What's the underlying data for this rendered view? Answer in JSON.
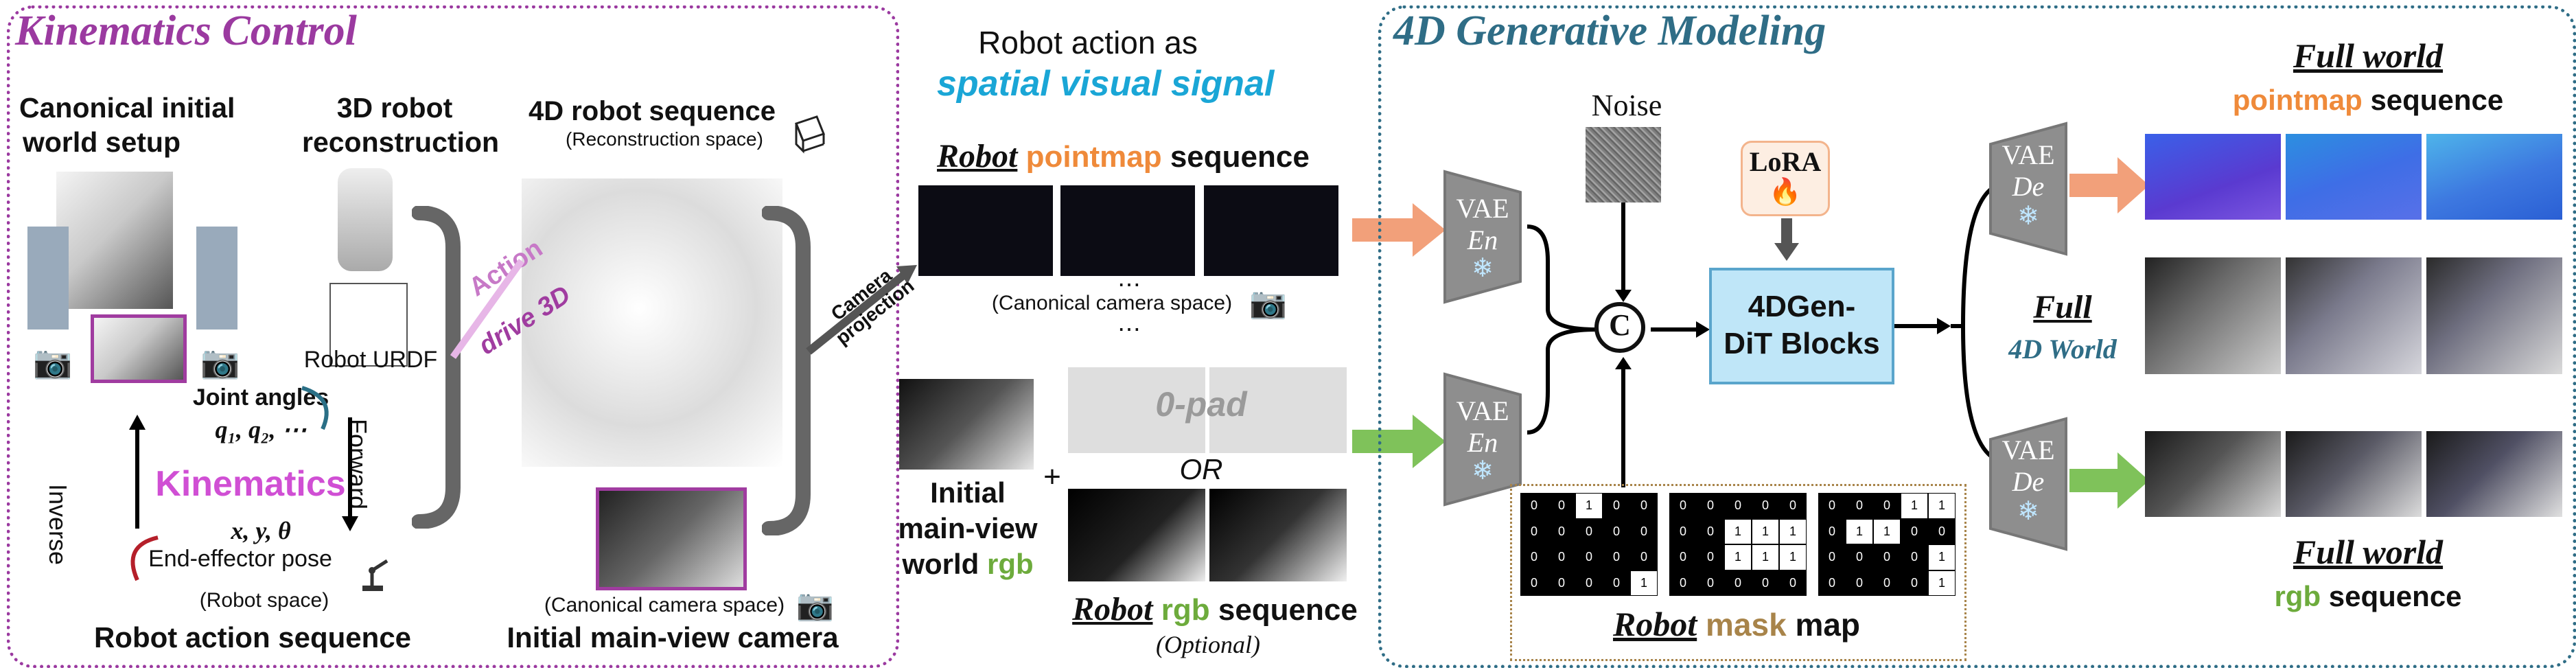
{
  "kinematics_panel": {
    "title": "Kinematics Control",
    "canonical_setup": [
      "Canonical initial",
      "world setup"
    ],
    "reconstruction": [
      "3D robot",
      "reconstruction"
    ],
    "robot_urdf": "Robot URDF",
    "sequence_4d": "4D robot sequence",
    "reconstruction_space": "(Reconstruction space)",
    "action_label": "Action",
    "drive_label": "drive 3D",
    "joint_angles": "Joint angles",
    "joint_vars": "q₁, q₂, ⋯",
    "kinematics": "Kinematics",
    "inverse": "Inverse",
    "forward": "Forward",
    "pose_vars": "x, y, θ",
    "end_effector": "End-effector pose",
    "robot_space": "(Robot space)",
    "action_sequence": "Robot action sequence",
    "canonical_camera_space": "(Canonical camera space)",
    "main_view_camera": "Initial main-view camera"
  },
  "middle": {
    "header_line1": "Robot action as",
    "header_line2": "spatial visual signal",
    "camera_projection": [
      "Camera",
      "projection"
    ],
    "pointmap_robot": "Robot",
    "pointmap_word": "pointmap",
    "pointmap_seq": "sequence",
    "canonical_camera_space": "(Canonical camera space)",
    "dots": "⋯",
    "zero_pad": "0-pad",
    "or": "OR",
    "plus": "+",
    "initial_rgb": [
      "Initial",
      "main-view",
      "world"
    ],
    "rgb_word": "rgb",
    "rgb_robot": "Robot",
    "rgb_seq": "sequence",
    "optional": "(Optional)"
  },
  "generative_panel": {
    "title": "4D Generative Modeling",
    "noise": "Noise",
    "lora": "LoRA",
    "vae": "VAE",
    "en": "En",
    "de": "De",
    "concat": "C",
    "dit": [
      "4DGen-",
      "DiT Blocks"
    ],
    "mask_robot": "Robot",
    "mask_word": "mask",
    "mask_map": "map",
    "full_world_1": "Full world",
    "pointmap_word": "pointmap",
    "sequence": "sequence",
    "full": "Full",
    "world4d": "4D World",
    "full_world_2": "Full world",
    "rgb_word": "rgb",
    "mask_grids": [
      [
        "0",
        "0",
        "1",
        "0",
        "0",
        "0",
        "0",
        "0",
        "0",
        "0",
        "0",
        "0",
        "0",
        "0",
        "0",
        "0",
        "0",
        "0",
        "0",
        "1"
      ],
      [
        "0",
        "0",
        "0",
        "0",
        "0",
        "0",
        "0",
        "1",
        "1",
        "1",
        "0",
        "0",
        "1",
        "1",
        "1",
        "0",
        "0",
        "0",
        "0",
        "0"
      ],
      [
        "0",
        "0",
        "0",
        "1",
        "1",
        "0",
        "1",
        "1",
        "0",
        "0",
        "0",
        "0",
        "0",
        "0",
        "1",
        "0",
        "0",
        "0",
        "0",
        "1"
      ]
    ]
  },
  "colors": {
    "kin_purple": "#9b3aa0",
    "gen_blue": "#2f6d86",
    "spatial_cyan": "#1aa6d6",
    "pointmap_orange": "#ef8a3a",
    "rgb_green": "#6dab3c",
    "mask_brown": "#a8844a"
  }
}
